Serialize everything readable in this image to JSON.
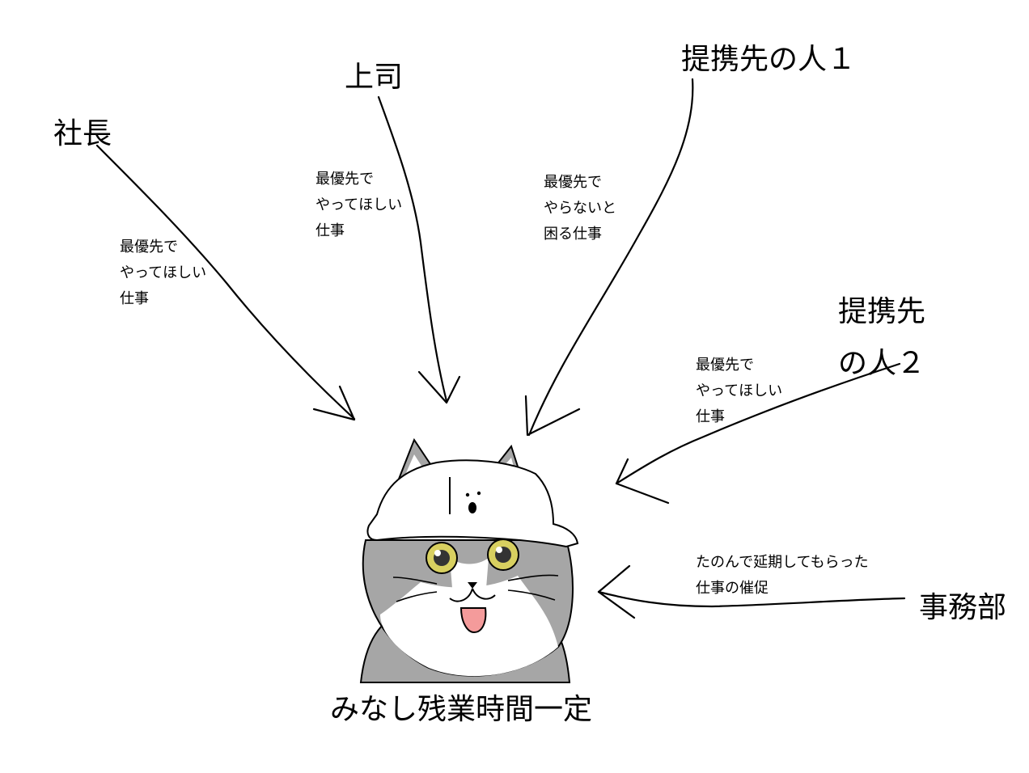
{
  "sources": {
    "president": {
      "label": "社長",
      "request": "最優先で\nやってほしい\n仕事"
    },
    "boss": {
      "label": "上司",
      "request": "最優先で\nやってほしい\n仕事"
    },
    "partner1": {
      "label": "提携先の人１",
      "request": "最優先で\nやらないと\n困る仕事"
    },
    "partner2": {
      "label": "提携先\nの人２",
      "request": "最優先で\nやってほしい\n仕事"
    },
    "office": {
      "label": "事務部",
      "request": "たのんで延期してもらった\n仕事の催促"
    }
  },
  "caption": "みなし残業時間一定",
  "character": {
    "icon": "hardhat-cat-icon",
    "fur_color": "#a6a6a6",
    "helmet_color": "#ffffff",
    "eye_color": "#d8d060",
    "tongue_color": "#f49b9b"
  }
}
